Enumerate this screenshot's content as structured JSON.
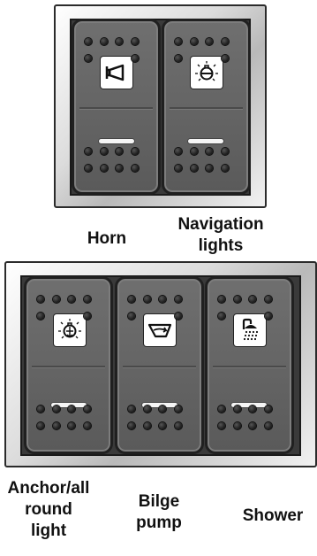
{
  "top_panel": {
    "switches": [
      {
        "id": "horn",
        "icon": "horn-icon",
        "label": "Horn"
      },
      {
        "id": "navigation-lights",
        "icon": "navigation-light-icon",
        "label": "Navigation lights"
      }
    ]
  },
  "bottom_panel": {
    "switches": [
      {
        "id": "anchor-light",
        "icon": "anchor-light-icon",
        "label": "Anchor/all round light"
      },
      {
        "id": "bilge-pump",
        "icon": "bilge-pump-icon",
        "label": "Bilge pump"
      },
      {
        "id": "shower",
        "icon": "shower-icon",
        "label": "Shower"
      }
    ]
  },
  "labels": {
    "horn": "Horn",
    "nav_line1": "Navigation",
    "nav_line2": "lights",
    "anchor_line1": "Anchor/all",
    "anchor_line2": "round",
    "anchor_line3": "light",
    "bilge_line1": "Bilge",
    "bilge_line2": "pump",
    "shower": "Shower"
  }
}
